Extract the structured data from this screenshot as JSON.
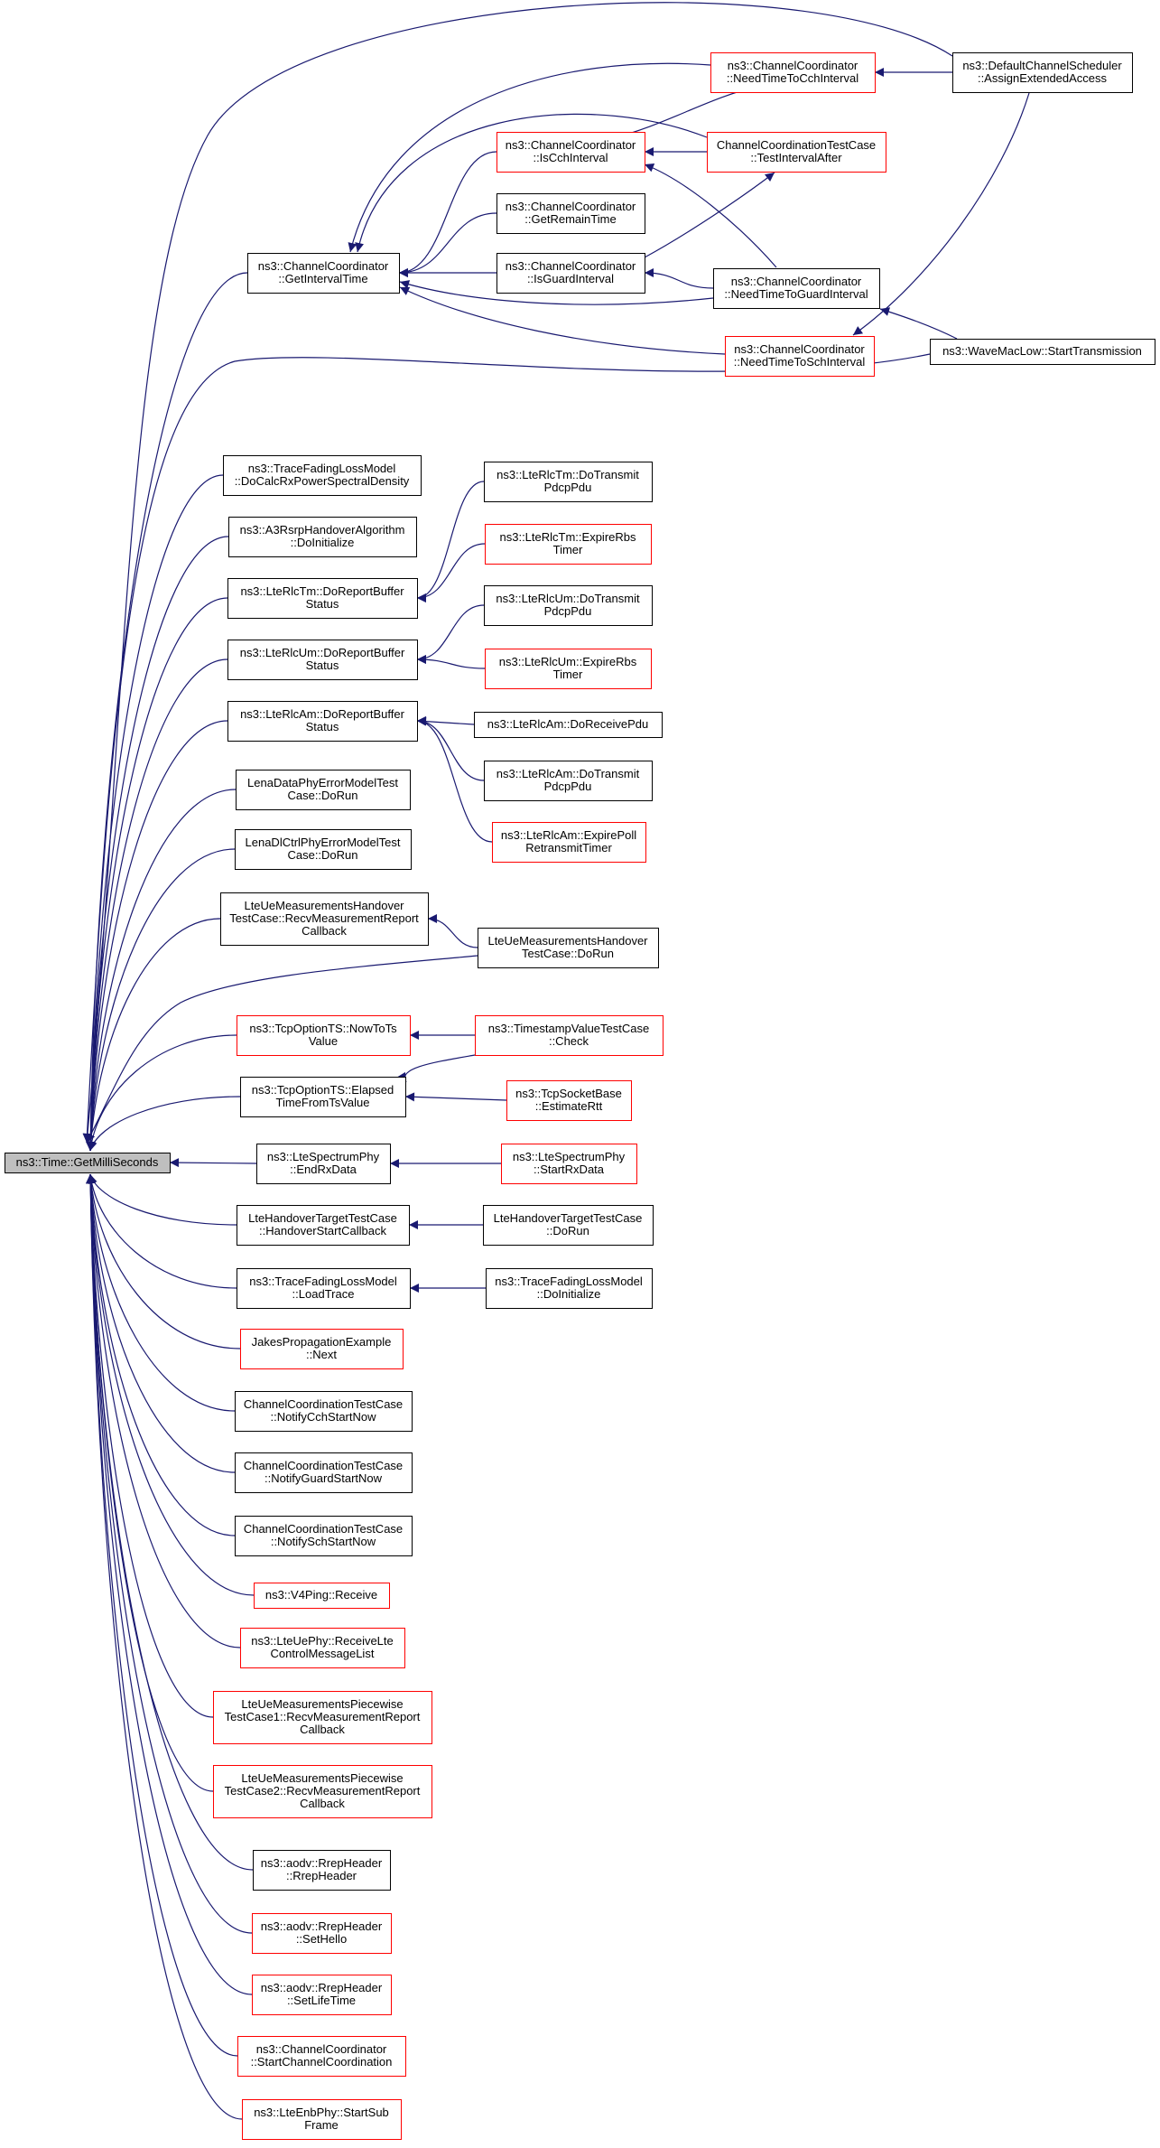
{
  "diagram": {
    "title": "",
    "colors": {
      "edge": "#191970",
      "border_black": "#000000",
      "border_red": "#ff0000",
      "root_fill": "#bfbfbf",
      "fill": "#ffffff"
    },
    "nodes": [
      {
        "id": "root",
        "lines": [
          "ns3::Time::GetMilliSeconds"
        ],
        "border": "black",
        "root": true
      },
      {
        "id": "n_getinterval",
        "lines": [
          "ns3::ChannelCoordinator",
          "::GetIntervalTime"
        ],
        "border": "black"
      },
      {
        "id": "n_ntcch",
        "lines": [
          "ns3::ChannelCoordinator",
          "::NeedTimeToCchInterval"
        ],
        "border": "red"
      },
      {
        "id": "n_dcs",
        "lines": [
          "ns3::DefaultChannelScheduler",
          "::AssignExtendedAccess"
        ],
        "border": "black"
      },
      {
        "id": "n_iscch",
        "lines": [
          "ns3::ChannelCoordinator",
          "::IsCchInterval"
        ],
        "border": "red"
      },
      {
        "id": "n_ccti",
        "lines": [
          "ChannelCoordinationTestCase",
          "::TestIntervalAfter"
        ],
        "border": "red"
      },
      {
        "id": "n_remain",
        "lines": [
          "ns3::ChannelCoordinator",
          "::GetRemainTime"
        ],
        "border": "black"
      },
      {
        "id": "n_isguard",
        "lines": [
          "ns3::ChannelCoordinator",
          "::IsGuardInterval"
        ],
        "border": "black"
      },
      {
        "id": "n_ntguard",
        "lines": [
          "ns3::ChannelCoordinator",
          "::NeedTimeToGuardInterval"
        ],
        "border": "black"
      },
      {
        "id": "n_ntsch",
        "lines": [
          "ns3::ChannelCoordinator",
          "::NeedTimeToSchInterval"
        ],
        "border": "red"
      },
      {
        "id": "n_wavemac",
        "lines": [
          "ns3::WaveMacLow::StartTransmission"
        ],
        "border": "black"
      },
      {
        "id": "n_tracefading",
        "lines": [
          "ns3::TraceFadingLossModel",
          "::DoCalcRxPowerSpectralDensity"
        ],
        "border": "black"
      },
      {
        "id": "n_a3rsrp",
        "lines": [
          "ns3::A3RsrpHandoverAlgorithm",
          "::DoInitialize"
        ],
        "border": "black"
      },
      {
        "id": "n_tmreport",
        "lines": [
          "ns3::LteRlcTm::DoReportBuffer",
          "Status"
        ],
        "border": "black"
      },
      {
        "id": "n_tmtx",
        "lines": [
          "ns3::LteRlcTm::DoTransmit",
          "PdcpPdu"
        ],
        "border": "black"
      },
      {
        "id": "n_tmexp",
        "lines": [
          "ns3::LteRlcTm::ExpireRbs",
          "Timer"
        ],
        "border": "red"
      },
      {
        "id": "n_umreport",
        "lines": [
          "ns3::LteRlcUm::DoReportBuffer",
          "Status"
        ],
        "border": "black"
      },
      {
        "id": "n_umtx",
        "lines": [
          "ns3::LteRlcUm::DoTransmit",
          "PdcpPdu"
        ],
        "border": "black"
      },
      {
        "id": "n_umexp",
        "lines": [
          "ns3::LteRlcUm::ExpireRbs",
          "Timer"
        ],
        "border": "red"
      },
      {
        "id": "n_amreport",
        "lines": [
          "ns3::LteRlcAm::DoReportBuffer",
          "Status"
        ],
        "border": "black"
      },
      {
        "id": "n_amrx",
        "lines": [
          "ns3::LteRlcAm::DoReceivePdu"
        ],
        "border": "black"
      },
      {
        "id": "n_amtx",
        "lines": [
          "ns3::LteRlcAm::DoTransmit",
          "PdcpPdu"
        ],
        "border": "black"
      },
      {
        "id": "n_ampoll",
        "lines": [
          "ns3::LteRlcAm::ExpirePoll",
          "RetransmitTimer"
        ],
        "border": "red"
      },
      {
        "id": "n_lenadata",
        "lines": [
          "LenaDataPhyErrorModelTest",
          "Case::DoRun"
        ],
        "border": "black"
      },
      {
        "id": "n_lenadl",
        "lines": [
          "LenaDlCtrlPhyErrorModelTest",
          "Case::DoRun"
        ],
        "border": "black"
      },
      {
        "id": "n_uemeasrecv",
        "lines": [
          "LteUeMeasurementsHandover",
          "TestCase::RecvMeasurementReport",
          "Callback"
        ],
        "border": "black"
      },
      {
        "id": "n_uemeasrun",
        "lines": [
          "LteUeMeasurementsHandover",
          "TestCase::DoRun"
        ],
        "border": "black"
      },
      {
        "id": "n_tcpnow",
        "lines": [
          "ns3::TcpOptionTS::NowToTs",
          "Value"
        ],
        "border": "red"
      },
      {
        "id": "n_tsvcheck",
        "lines": [
          "ns3::TimestampValueTestCase",
          "::Check"
        ],
        "border": "red"
      },
      {
        "id": "n_tcpelapsed",
        "lines": [
          "ns3::TcpOptionTS::Elapsed",
          "TimeFromTsValue"
        ],
        "border": "black"
      },
      {
        "id": "n_tcprtt",
        "lines": [
          "ns3::TcpSocketBase",
          "::EstimateRtt"
        ],
        "border": "red"
      },
      {
        "id": "n_endrx",
        "lines": [
          "ns3::LteSpectrumPhy",
          "::EndRxData"
        ],
        "border": "black"
      },
      {
        "id": "n_startrx",
        "lines": [
          "ns3::LteSpectrumPhy",
          "::StartRxData"
        ],
        "border": "red"
      },
      {
        "id": "n_hotarget",
        "lines": [
          "LteHandoverTargetTestCase",
          "::HandoverStartCallback"
        ],
        "border": "black"
      },
      {
        "id": "n_hotargetrun",
        "lines": [
          "LteHandoverTargetTestCase",
          "::DoRun"
        ],
        "border": "black"
      },
      {
        "id": "n_loadtrace",
        "lines": [
          "ns3::TraceFadingLossModel",
          "::LoadTrace"
        ],
        "border": "black"
      },
      {
        "id": "n_tfinit",
        "lines": [
          "ns3::TraceFadingLossModel",
          "::DoInitialize"
        ],
        "border": "black"
      },
      {
        "id": "n_jakes",
        "lines": [
          "JakesPropagationExample",
          "::Next"
        ],
        "border": "red"
      },
      {
        "id": "n_notifycch",
        "lines": [
          "ChannelCoordinationTestCase",
          "::NotifyCchStartNow"
        ],
        "border": "black"
      },
      {
        "id": "n_notifyguard",
        "lines": [
          "ChannelCoordinationTestCase",
          "::NotifyGuardStartNow"
        ],
        "border": "black"
      },
      {
        "id": "n_notifysch",
        "lines": [
          "ChannelCoordinationTestCase",
          "::NotifySchStartNow"
        ],
        "border": "black"
      },
      {
        "id": "n_v4ping",
        "lines": [
          "ns3::V4Ping::Receive"
        ],
        "border": "red"
      },
      {
        "id": "n_uephy",
        "lines": [
          "ns3::LteUePhy::ReceiveLte",
          "ControlMessageList"
        ],
        "border": "red"
      },
      {
        "id": "n_pw1",
        "lines": [
          "LteUeMeasurementsPiecewise",
          "TestCase1::RecvMeasurementReport",
          "Callback"
        ],
        "border": "red"
      },
      {
        "id": "n_pw2",
        "lines": [
          "LteUeMeasurementsPiecewise",
          "TestCase2::RecvMeasurementReport",
          "Callback"
        ],
        "border": "red"
      },
      {
        "id": "n_rrep",
        "lines": [
          "ns3::aodv::RrepHeader",
          "::RrepHeader"
        ],
        "border": "black"
      },
      {
        "id": "n_sethello",
        "lines": [
          "ns3::aodv::RrepHeader",
          "::SetHello"
        ],
        "border": "red"
      },
      {
        "id": "n_setlife",
        "lines": [
          "ns3::aodv::RrepHeader",
          "::SetLifeTime"
        ],
        "border": "red"
      },
      {
        "id": "n_startcc",
        "lines": [
          "ns3::ChannelCoordinator",
          "::StartChannelCoordination"
        ],
        "border": "red"
      },
      {
        "id": "n_enbphy",
        "lines": [
          "ns3::LteEnbPhy::StartSub",
          "Frame"
        ],
        "border": "red"
      }
    ],
    "edges": [
      [
        "n_getinterval",
        "root"
      ],
      [
        "n_dcs",
        "root"
      ],
      [
        "n_wavemac",
        "root"
      ],
      [
        "n_tracefading",
        "root"
      ],
      [
        "n_a3rsrp",
        "root"
      ],
      [
        "n_tmreport",
        "root"
      ],
      [
        "n_umreport",
        "root"
      ],
      [
        "n_amreport",
        "root"
      ],
      [
        "n_lenadata",
        "root"
      ],
      [
        "n_lenadl",
        "root"
      ],
      [
        "n_uemeasrecv",
        "root"
      ],
      [
        "n_uemeasrun",
        "root"
      ],
      [
        "n_tcpnow",
        "root"
      ],
      [
        "n_tcpelapsed",
        "root"
      ],
      [
        "n_endrx",
        "root"
      ],
      [
        "n_hotarget",
        "root"
      ],
      [
        "n_loadtrace",
        "root"
      ],
      [
        "n_jakes",
        "root"
      ],
      [
        "n_notifycch",
        "root"
      ],
      [
        "n_notifyguard",
        "root"
      ],
      [
        "n_notifysch",
        "root"
      ],
      [
        "n_v4ping",
        "root"
      ],
      [
        "n_uephy",
        "root"
      ],
      [
        "n_pw1",
        "root"
      ],
      [
        "n_pw2",
        "root"
      ],
      [
        "n_rrep",
        "root"
      ],
      [
        "n_sethello",
        "root"
      ],
      [
        "n_setlife",
        "root"
      ],
      [
        "n_startcc",
        "root"
      ],
      [
        "n_enbphy",
        "root"
      ],
      [
        "n_ntcch",
        "n_getinterval"
      ],
      [
        "n_iscch",
        "n_getinterval"
      ],
      [
        "n_ccti",
        "n_getinterval"
      ],
      [
        "n_remain",
        "n_getinterval"
      ],
      [
        "n_isguard",
        "n_getinterval"
      ],
      [
        "n_ntguard",
        "n_getinterval"
      ],
      [
        "n_ntsch",
        "n_getinterval"
      ],
      [
        "n_dcs",
        "n_ntcch"
      ],
      [
        "n_iscch",
        "n_ntcch"
      ],
      [
        "n_ccti",
        "n_iscch"
      ],
      [
        "n_ntguard",
        "n_iscch"
      ],
      [
        "n_isguard",
        "n_ccti"
      ],
      [
        "n_ntguard",
        "n_isguard"
      ],
      [
        "n_wavemac",
        "n_ntguard"
      ],
      [
        "n_dcs",
        "n_ntsch"
      ],
      [
        "n_tmtx",
        "n_tmreport"
      ],
      [
        "n_tmexp",
        "n_tmreport"
      ],
      [
        "n_umtx",
        "n_umreport"
      ],
      [
        "n_umexp",
        "n_umreport"
      ],
      [
        "n_amrx",
        "n_amreport"
      ],
      [
        "n_amtx",
        "n_amreport"
      ],
      [
        "n_ampoll",
        "n_amreport"
      ],
      [
        "n_uemeasrun",
        "n_uemeasrecv"
      ],
      [
        "n_tsvcheck",
        "n_tcpnow"
      ],
      [
        "n_tsvcheck",
        "n_tcpelapsed"
      ],
      [
        "n_tcprtt",
        "n_tcpelapsed"
      ],
      [
        "n_startrx",
        "n_endrx"
      ],
      [
        "n_hotargetrun",
        "n_hotarget"
      ],
      [
        "n_tfinit",
        "n_loadtrace"
      ]
    ]
  }
}
